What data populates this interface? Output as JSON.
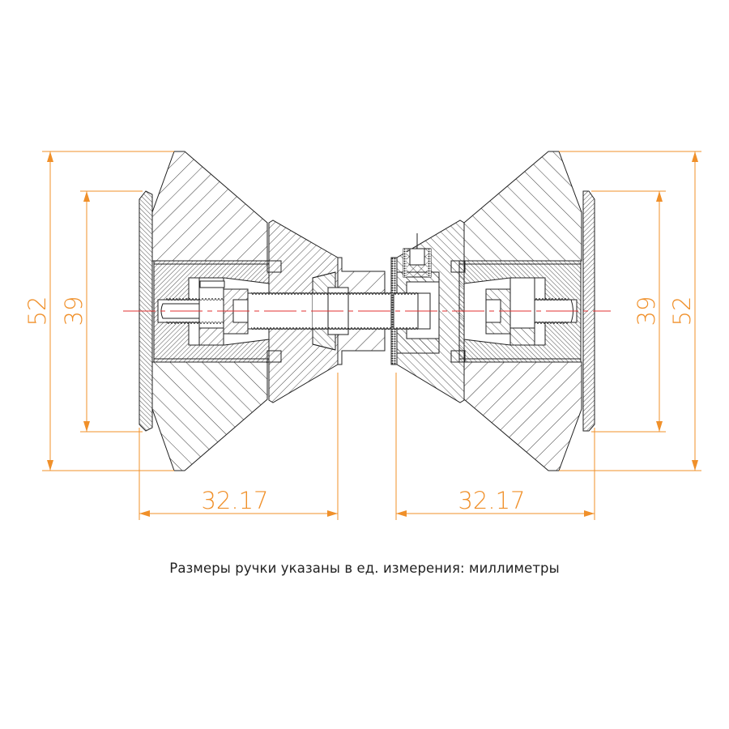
{
  "drawing": {
    "title": "Door knob handle pair cross-section",
    "colors": {
      "dimension": "#f0902a",
      "outline": "#222222",
      "centerline": "#e03030",
      "background": "#ffffff"
    },
    "dimensions": {
      "left_outer_height": "52",
      "left_inner_height": "39",
      "right_inner_height": "39",
      "right_outer_height": "52",
      "left_width": "32.17",
      "right_width": "32.17"
    }
  },
  "caption": "Размеры ручки указаны в ед. измерения: миллиметры"
}
